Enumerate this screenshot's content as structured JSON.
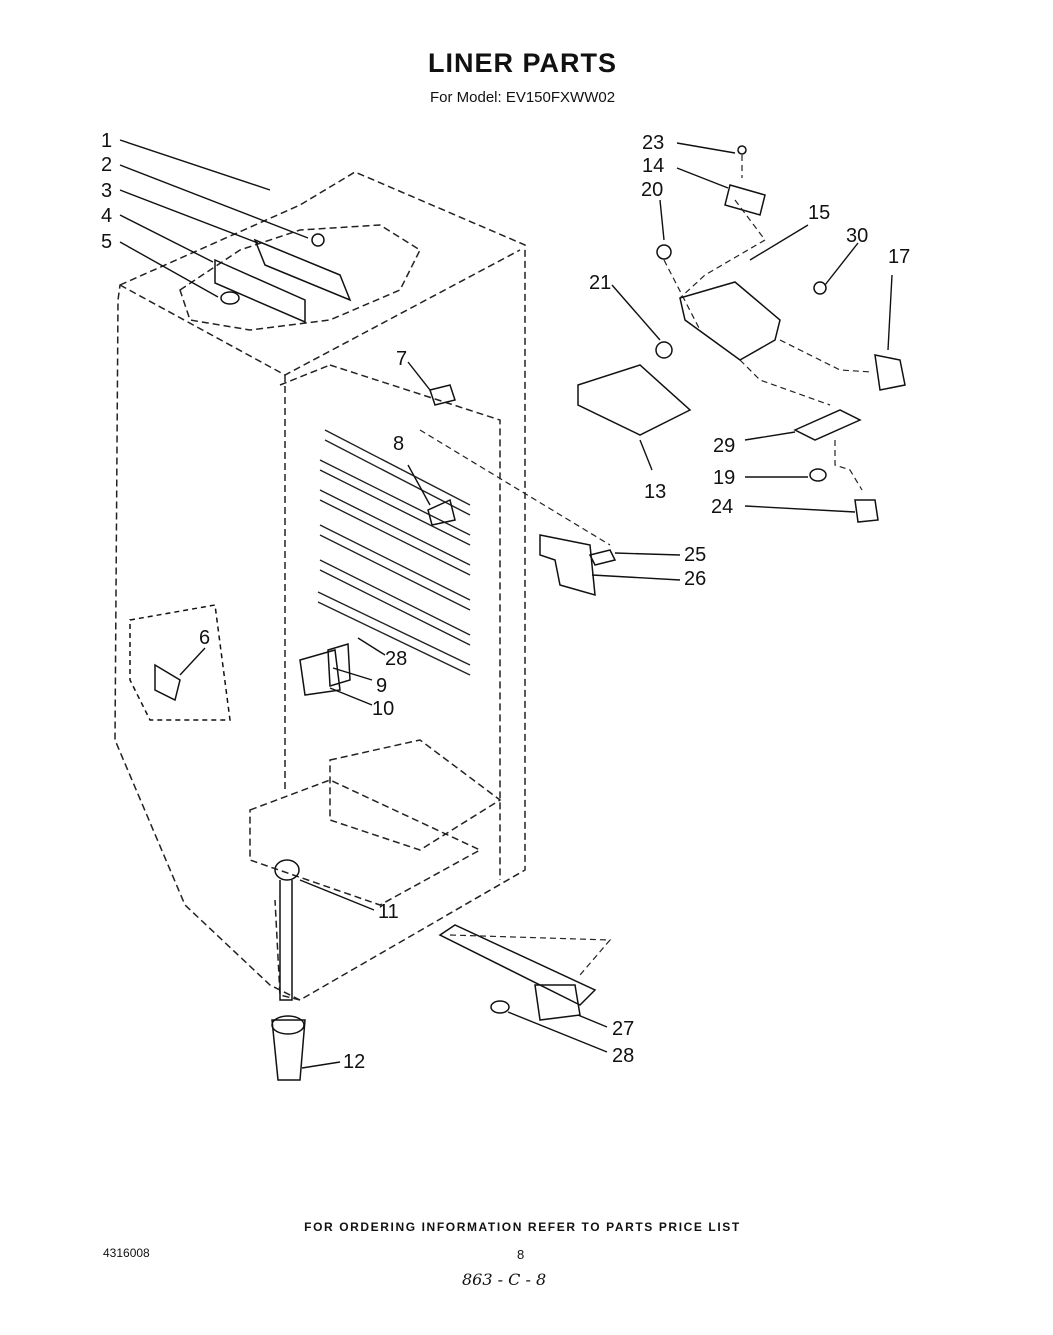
{
  "title": "LINER PARTS",
  "model_line": "For Model: EV150FXWW02",
  "callouts": [
    "1",
    "2",
    "3",
    "4",
    "5",
    "6",
    "7",
    "8",
    "9",
    "10",
    "11",
    "12",
    "13",
    "14",
    "15",
    "17",
    "19",
    "20",
    "21",
    "23",
    "24",
    "25",
    "26",
    "27",
    "28",
    "28",
    "29",
    "30"
  ],
  "footer": {
    "ordering_note": "FOR ORDERING INFORMATION REFER TO PARTS PRICE LIST",
    "document_code": "4316008",
    "page_number": "8",
    "handwritten_note": "863 - C - 8"
  }
}
